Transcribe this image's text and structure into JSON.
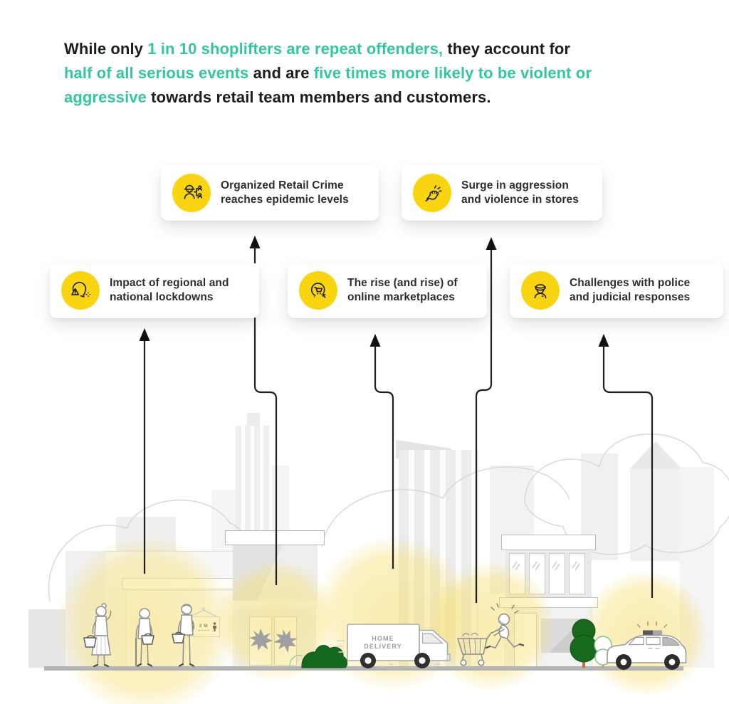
{
  "colors": {
    "highlight_teal": "#36c5a1",
    "icon_circle_yellow": "#f9d411",
    "arrow_black": "#1f1f1f",
    "headline_text": "#1d1d1d"
  },
  "headline": {
    "segments": [
      {
        "text": "While only ",
        "highlight": false
      },
      {
        "text": "1 in 10 shoplifters are repeat offenders,",
        "highlight": true
      },
      {
        "text": " they account for",
        "highlight": false
      },
      {
        "break": true
      },
      {
        "text": "half of all serious events",
        "highlight": true
      },
      {
        "text": " and are ",
        "highlight": false
      },
      {
        "text": "five times more likely to be violent or",
        "highlight": true
      },
      {
        "break": true
      },
      {
        "text": "aggressive",
        "highlight": true
      },
      {
        "text": " towards retail team members and customers.",
        "highlight": false
      }
    ]
  },
  "cards": [
    {
      "id": "lockdowns",
      "icon": "coughing-head-warning-icon",
      "label_line1": "Impact of regional and",
      "label_line2": "national lockdowns"
    },
    {
      "id": "orc",
      "icon": "criminal-network-icon",
      "label_line1": "Organized Retail Crime",
      "label_line2": "reaches epidemic levels"
    },
    {
      "id": "marketplaces",
      "icon": "online-cart-cursor-icon",
      "label_line1": "The rise (and rise) of",
      "label_line2": "online marketplaces"
    },
    {
      "id": "aggression",
      "icon": "raised-fist-icon",
      "label_line1": "Surge in aggression",
      "label_line2": "and violence in stores"
    },
    {
      "id": "police",
      "icon": "police-officer-icon",
      "label_line1": "Challenges with police",
      "label_line2": "and judicial responses"
    }
  ],
  "scene": {
    "truck": {
      "line1": "HOME",
      "line2": "DELIVERY"
    },
    "distance_sign": {
      "label": "2 M"
    }
  }
}
